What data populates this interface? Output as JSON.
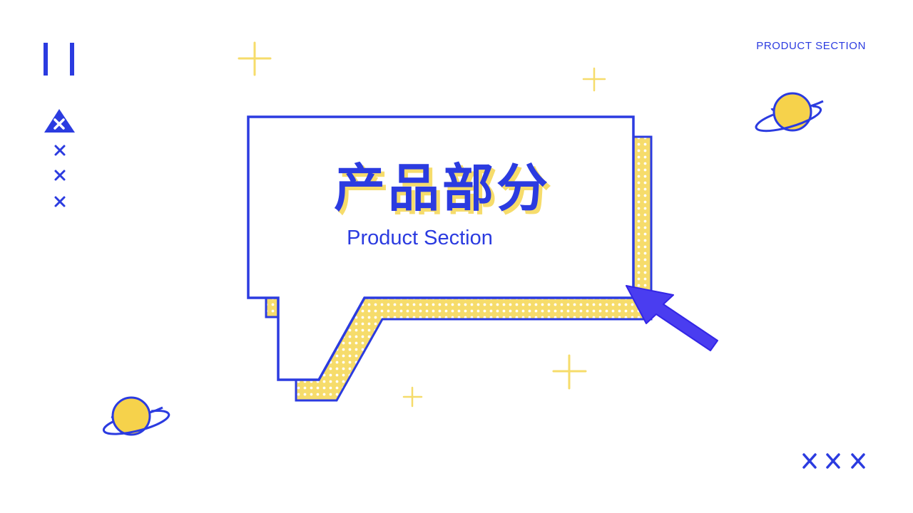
{
  "header": {
    "tag": "PRODUCT SECTION"
  },
  "main": {
    "title_cn": "产品部分",
    "title_en": "Product Section"
  },
  "icons": [
    "pause-bars-icon",
    "triangle-x-icon",
    "x-mark-icon",
    "planet-icon",
    "sparkle-icon",
    "cursor-arrow-icon",
    "speech-bubble-icon"
  ],
  "colors": {
    "primary": "#2b3be0",
    "accent": "#f6dc6b",
    "background": "#ffffff"
  }
}
